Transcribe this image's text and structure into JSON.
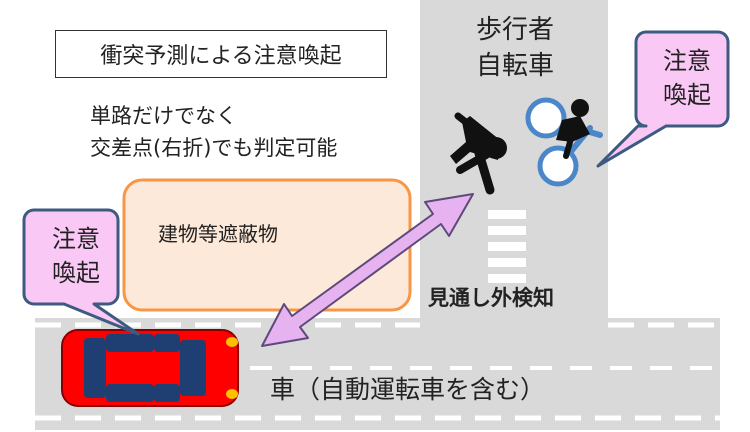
{
  "title": "衝突予測による注意喚起",
  "note": {
    "line1": "単路だけでなく",
    "line2": "交差点(右折)でも判定可能"
  },
  "building_label": "建物等遮蔽物",
  "pedestrian_label": "歩行者\n自転車",
  "detection_label": "見通し外検知",
  "vehicle_label": "車（自動運転車を含む）",
  "alert_bubbles": {
    "pedestrian_side": "注意\n喚起",
    "vehicle_side": "注意\n喚起"
  },
  "colors": {
    "road": "#d9d9d9",
    "building_fill": "#fde9d9",
    "building_border": "#f79646",
    "arrow_fill": "#e6b3f0",
    "arrow_stroke": "#5e4a7a",
    "bubble_fill": "#f9c8f5",
    "bubble_border": "#3d5a80",
    "car_body": "#ff0000",
    "car_window": "#1f3f73",
    "bicycle_frame": "#4a86c8"
  }
}
